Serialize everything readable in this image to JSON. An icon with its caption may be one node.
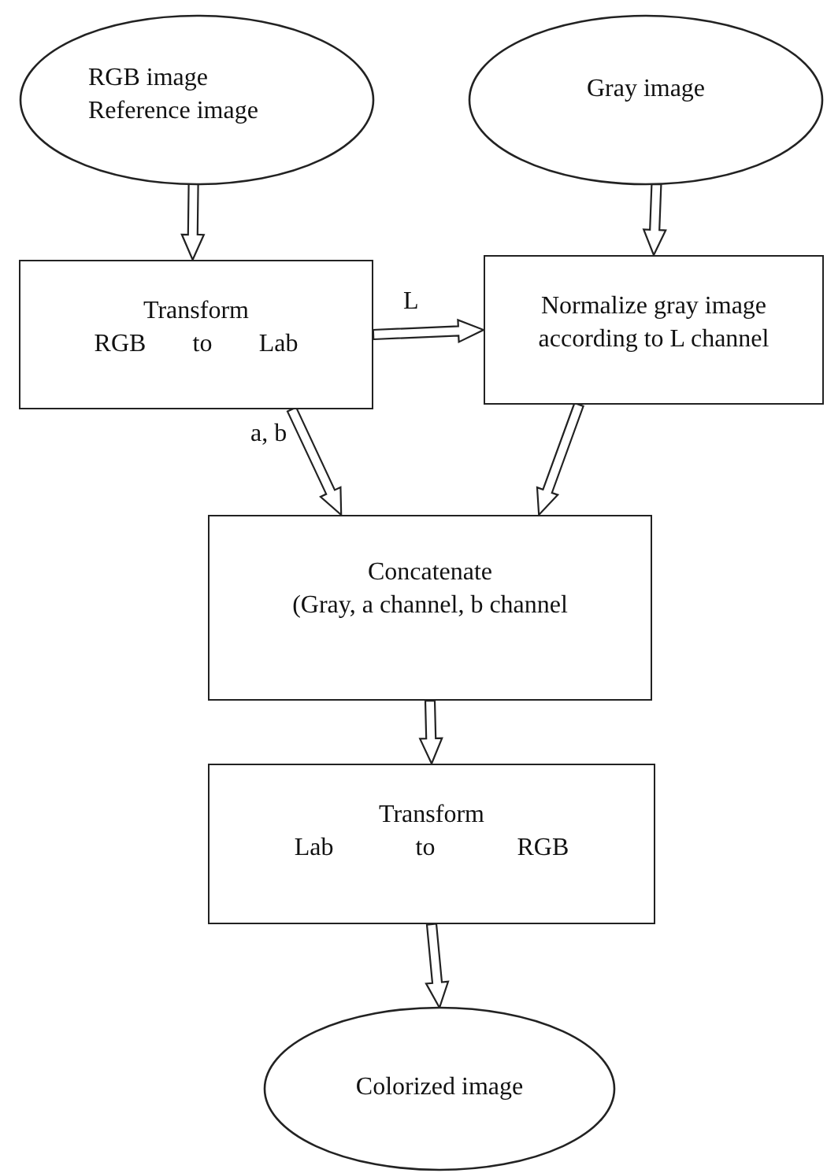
{
  "diagram": {
    "nodes": [
      {
        "text": [
          "RGB image",
          "Reference image"
        ]
      },
      {
        "text": [
          "Gray image"
        ]
      },
      {
        "text": [
          "Transform",
          "RGB to Lab"
        ]
      },
      {
        "text": [
          "Normalize gray image according to L channel"
        ]
      },
      {
        "text": [
          "Concatenate",
          "(Gray, a channel, b channel"
        ]
      },
      {
        "text": [
          "Transform",
          "Lab to RGB"
        ]
      },
      {
        "text": [
          "Colorized image"
        ]
      }
    ],
    "edges": [
      {
        "from": 0,
        "to": 2,
        "arrow": "to"
      },
      {
        "from": 1,
        "to": 3,
        "arrow": "to"
      },
      {
        "from": 2,
        "to": 3,
        "arrow": "to",
        "label": "L"
      },
      {
        "from": 2,
        "to": 4,
        "arrow": "to",
        "label": "a, b"
      },
      {
        "from": 3,
        "to": 4,
        "arrow": "to"
      },
      {
        "from": 4,
        "to": 5,
        "arrow": "to"
      },
      {
        "from": 5,
        "to": 6,
        "arrow": "to"
      }
    ]
  }
}
